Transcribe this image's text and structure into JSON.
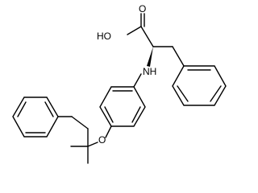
{
  "labels": {
    "hydroxyl": "HO",
    "carbonyl_oxygen": "O",
    "amine": "NH",
    "ether_oxygen": "O"
  }
}
